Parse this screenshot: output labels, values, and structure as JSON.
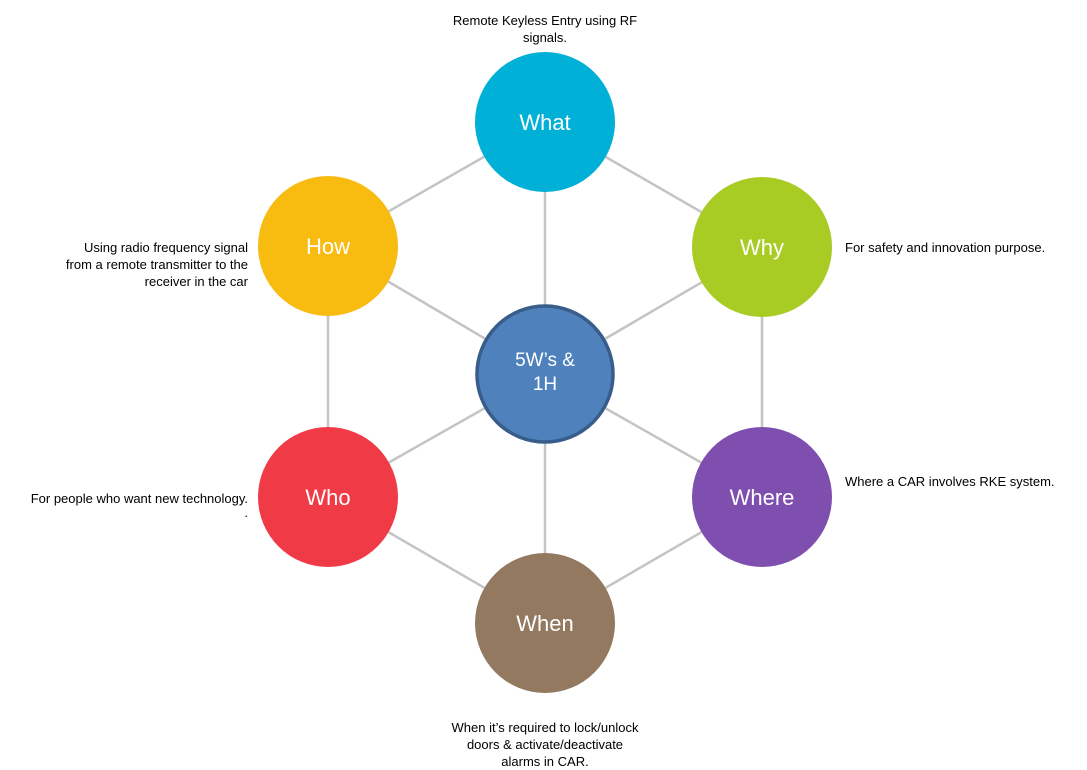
{
  "colors": {
    "connector": "#c4c4c4",
    "center_fill": "#4f81bd",
    "center_border": "#385d8a",
    "text_on_node": "#ffffff"
  },
  "center": {
    "label_line1": "5W’s &",
    "label_line2": "1H"
  },
  "nodes": {
    "what": {
      "label": "What",
      "color": "#00b0d6",
      "description_lines": [
        "Remote Keyless Entry using RF",
        "signals."
      ]
    },
    "why": {
      "label": "Why",
      "color": "#a9cc25",
      "description_lines": [
        "For safety and innovation purpose."
      ]
    },
    "where": {
      "label": "Where",
      "color": "#7f4faf",
      "description_lines": [
        "Where a CAR involves RKE system."
      ]
    },
    "when": {
      "label": "When",
      "color": "#927960",
      "description_lines": [
        "When it’s required to lock/unlock",
        "doors & activate/deactivate",
        "alarms in CAR."
      ]
    },
    "who": {
      "label": "Who",
      "color": "#f03b47",
      "description_lines": [
        "For people who want new technology.",
        "."
      ]
    },
    "how": {
      "label": "How",
      "color": "#f8bb0f",
      "description_lines": [
        "Using radio frequency signal",
        "from a remote transmitter to the",
        "receiver in the car"
      ]
    }
  }
}
